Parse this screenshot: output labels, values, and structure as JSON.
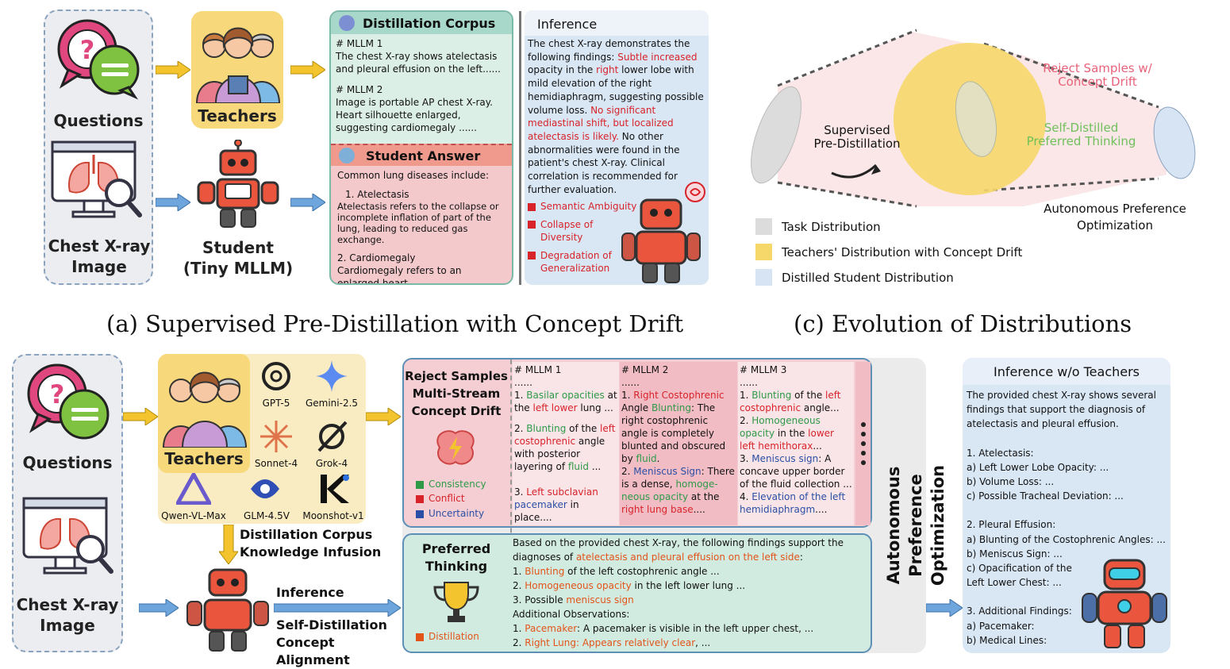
{
  "panel_a": {
    "caption": "(a) Supervised Pre-Distillation with Concept Drift",
    "questions": "Questions",
    "chest_xray": "Chest X-ray\nImage",
    "teachers": "Teachers",
    "student": "Student\n(Tiny MLLM)",
    "corpus_title": "Distillation Corpus",
    "mllm1_head": "# MLLM 1",
    "mllm1_text": "The chest X-ray shows atelectasis and pleural effusion on the left......",
    "mllm2_head": "# MLLM 2",
    "mllm2_text": "Image is portable AP chest X-ray. Heart silhouette enlarged, suggesting cardiomegaly ......",
    "student_answer_title": "Student Answer",
    "sa_intro": "Common lung diseases include:",
    "sa_1_head": "1. Atelectasis",
    "sa_1_text": "Atelectasis refers to the collapse or incomplete inflation of part of the lung, leading to reduced gas exchange.",
    "sa_2_head": "2. Cardiomegaly",
    "sa_2_text": "Cardiomegaly refers to an enlarged heart ......",
    "inference_title": "Inference",
    "inf_p1": "The chest X-ray demonstrates the following findings: ",
    "inf_r1": "Subtle increased",
    "inf_p2": " opacity in the ",
    "inf_r2": "right",
    "inf_p3": " lower lobe with mild elevation of the right hemidiaphragm, suggesting possible volume loss. ",
    "inf_r3": "No significant mediastinal shift, but localized atelectasis is likely.",
    "inf_p4": " No other abnormalities were found in the patient's chest X-ray. Clinical correlation is recommended for further evaluation.",
    "issue_1": "Semantic Ambiguity",
    "issue_2": "Collapse of\nDiversity",
    "issue_3": "Degradation of\nGeneralization"
  },
  "panel_c": {
    "caption": "(c) Evolution of Distributions",
    "supervised": "Supervised\nPre-Distillation",
    "reject": "Reject Samples w/\nConcept Drift",
    "self_distilled": "Self-Distilled\nPreferred Thinking",
    "apo": "Autonomous Preference\nOptimization",
    "legend_1": "Task Distribution",
    "legend_2": "Teachers' Distribution with Concept Drift",
    "legend_3": "Distilled Student Distribution",
    "color_task": "#dcdcdc",
    "color_teacher": "#f6d86a",
    "color_student": "#d6e4f4"
  },
  "panel_b": {
    "questions": "Questions",
    "chest_xray": "Chest X-ray\nImage",
    "teachers": "Teachers",
    "models": [
      "GPT-5",
      "Gemini-2.5",
      "Sonnet-4",
      "Grok-4",
      "Qwen-VL-Max",
      "GLM-4.5V",
      "Moonshot-v1"
    ],
    "infusion": "Distillation Corpus\nKnowledge Infusion",
    "inference": "Inference",
    "self_distill": "Self-Distillation\nConcept Alignment",
    "reject_title": "Reject Samples\nMulti-Stream\nConcept Drift",
    "legend_consistency": "Consistency",
    "legend_conflict": "Conflict",
    "legend_uncertainty": "Uncertainty",
    "col1_head": "# MLLM 1",
    "col2_head": "# MLLM 2",
    "col3_head": "# MLLM 3",
    "dots": "......",
    "preferred_title": "Preferred\nThinking",
    "legend_distillation": "Distillation",
    "apo_vertical": "Autonomous Preference\nOptimization",
    "inf_wo_title": "Inference w/o Teachers",
    "inf_wo_intro": "The provided chest X-ray shows several findings that support the diagnosis of atelectasis and pleural effusion.",
    "inf_wo_1": "1. Atelectasis:",
    "inf_wo_1a": "a) Left Lower Lobe Opacity: ...",
    "inf_wo_1b": "b) Volume Loss: ...",
    "inf_wo_1c": "c) Possible Tracheal Deviation:  ...",
    "inf_wo_2": "2. Pleural Effusion:",
    "inf_wo_2a": "a) Blunting of the Costophrenic Angles: ...",
    "inf_wo_2b": "b) Meniscus Sign: ...",
    "inf_wo_2c": "c) Opacification of the\n    Left Lower Chest: ...",
    "inf_wo_3": "3. Additional Findings:",
    "inf_wo_3a": "a) Pacemaker:",
    "inf_wo_3b": "b) Medical Lines:"
  }
}
